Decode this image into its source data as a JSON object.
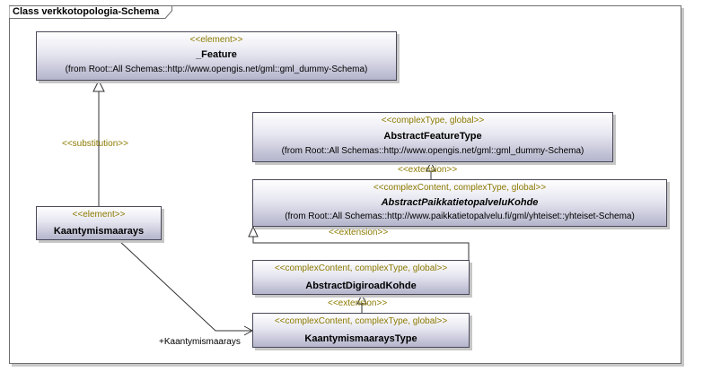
{
  "diagram": {
    "title": "Class verkkotopologia-Schema",
    "classes": {
      "feature": {
        "stereotype": "<<element>>",
        "name": "_Feature",
        "from": "(from Root::All Schemas::http://www.opengis.net/gml::gml_dummy-Schema)"
      },
      "abstract_feature_type": {
        "stereotype": "<<complexType, global>>",
        "name": "AbstractFeatureType",
        "from": "(from Root::All Schemas::http://www.opengis.net/gml::gml_dummy-Schema)"
      },
      "abstract_paikkatieto": {
        "stereotype": "<<complexContent, complexType, global>>",
        "name": "AbstractPaikkatietopalveluKohde",
        "from": "(from Root::All Schemas::http://www.paikkatietopalvelu.fi/gml/yhteiset::yhteiset-Schema)"
      },
      "kaantymismaarays": {
        "stereotype": "<<element>>",
        "name": "Kaantymismaarays"
      },
      "abstract_digiroad": {
        "stereotype": "<<complexContent, complexType, global>>",
        "name": "AbstractDigiroadKohde"
      },
      "kaantymismaarays_type": {
        "stereotype": "<<complexContent, complexType, global>>",
        "name": "KaantymismaaraysType"
      }
    },
    "labels": {
      "substitution": "<<substitution>>",
      "extension_1": "<<extension>>",
      "extension_2": "<<extension>>",
      "extension_3": "<<extension>>",
      "role": "+Kaantymismaarays"
    }
  }
}
